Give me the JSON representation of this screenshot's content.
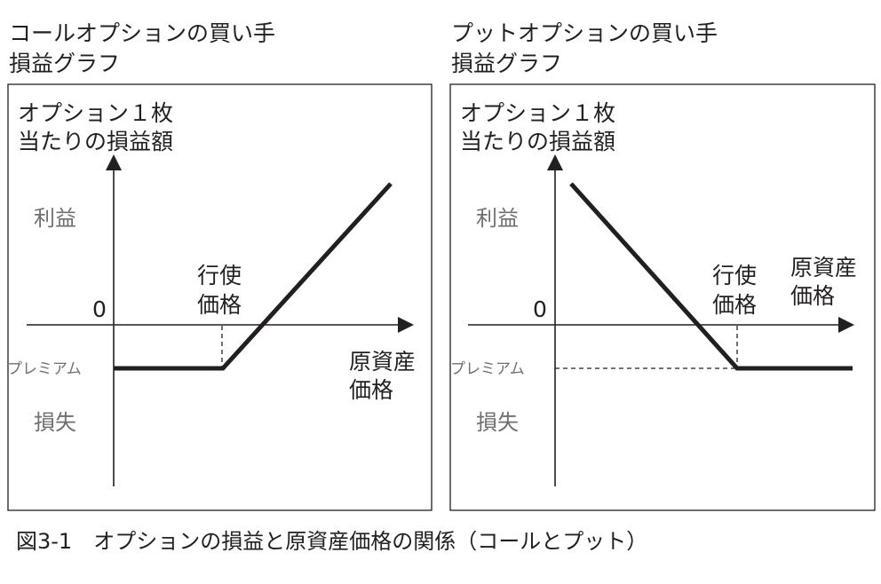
{
  "call_chart": {
    "title_line1": "コールオプションの買い手",
    "title_line2": "損益グラフ",
    "ylabel_line1": "オプション１枚",
    "ylabel_line2": "当たりの損益額",
    "profit_label": "利益",
    "loss_label": "損失",
    "zero_label": "0",
    "premium_label": "プレミアム",
    "strike_line1": "行使",
    "strike_line2": "価格",
    "xlabel_line1": "原資産",
    "xlabel_line2": "価格"
  },
  "put_chart": {
    "title_line1": "プットオプションの買い手",
    "title_line2": "損益グラフ",
    "ylabel_line1": "オプション１枚",
    "ylabel_line2": "当たりの損益額",
    "profit_label": "利益",
    "loss_label": "損失",
    "zero_label": "0",
    "premium_label": "プレミアム",
    "strike_line1": "行使",
    "strike_line2": "価格",
    "xlabel_line1": "原資産",
    "xlabel_line2": "価格"
  },
  "caption": "図3-1　オプションの損益と原資産価格の関係（コールとプット）"
}
